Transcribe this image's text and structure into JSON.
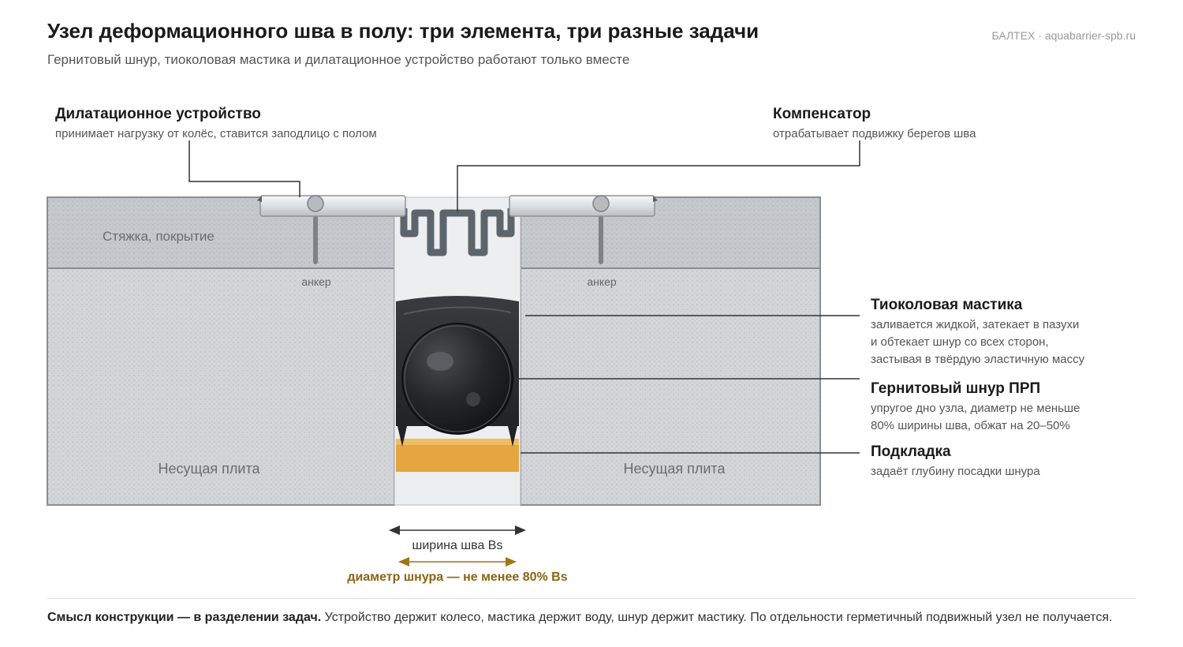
{
  "header": {
    "title": "Узел деформационного шва в полу: три элемента, три разные задачи",
    "subtitle": "Гернитовый шнур, тиоколовая мастика и дилатационное устройство работают только вместе",
    "brand": "БАЛТЕХ · aquabarrier-spb.ru"
  },
  "callouts": {
    "device": {
      "title": "Дилатационное устройство",
      "desc": "принимает нагрузку от колёс, ставится заподлицо с полом"
    },
    "compensator": {
      "title": "Компенсатор",
      "desc": "отрабатывает подвижку берегов шва"
    },
    "mastic": {
      "title": "Тиоколовая мастика",
      "desc_lines": [
        "заливается жидкой, затекает в пазухи",
        "и обтекает шнур со всех сторон,",
        "застывая в твёрдую эластичную массу"
      ]
    },
    "cord": {
      "title": "Гернитовый шнур ПРП",
      "desc_lines": [
        "упругое дно узла, диаметр не меньше",
        "80% ширины шва, обжат на 20–50%"
      ]
    },
    "backing": {
      "title": "Подкладка",
      "desc": "задаёт глубину посадки шнура"
    }
  },
  "diagram": {
    "screed_label": "Стяжка, покрытие",
    "slab_left_label": "Несущая плита",
    "slab_right_label": "Несущая плита",
    "anchor_left_label": "анкер",
    "anchor_right_label": "анкер",
    "width_label": "ширина шва Bs",
    "diameter_label": "диаметр шнура — не менее 80% Bs"
  },
  "colors": {
    "concrete": "#d3d5d8",
    "screed": "#c4c7cb",
    "gap": "#eceef0",
    "mastic": "#2b2c2f",
    "cord": "#1f2023",
    "backing": "#e5a540",
    "compensator": "#5d656c",
    "accent_gold": "#8a6410"
  },
  "footer": {
    "bold": "Смысл конструкции — в разделении задач.",
    "text": " Устройство держит колесо, мастика держит воду, шнур держит мастику. По отдельности герметичный подвижный узел не получается."
  }
}
